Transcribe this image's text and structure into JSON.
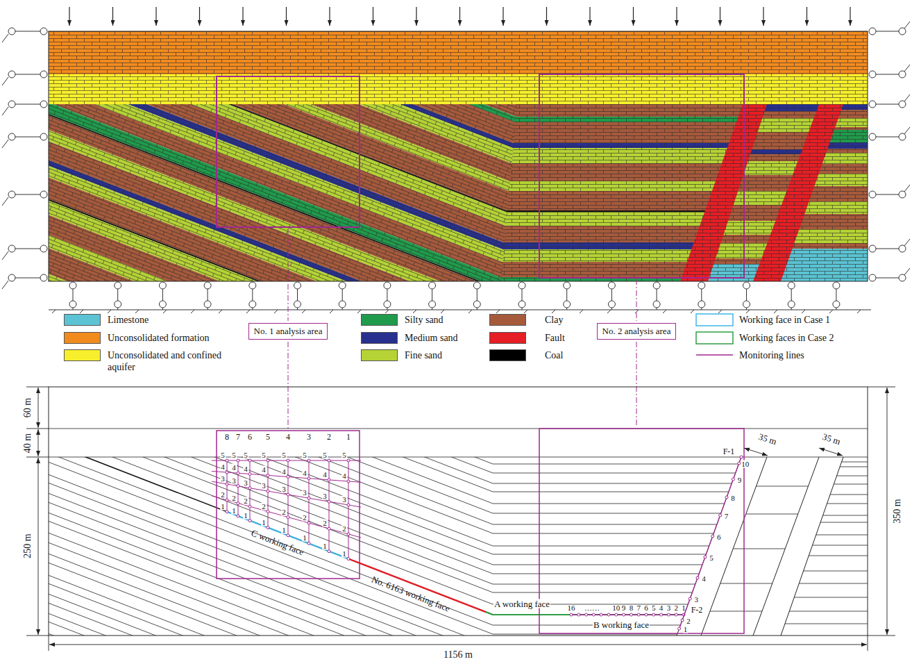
{
  "diagram": {
    "nodes": [
      {
        "text": [
          "No. 1 analysis area"
        ]
      },
      {
        "text": [
          "No. 2 analysis area"
        ]
      }
    ],
    "labels": [
      "60 m",
      "40 m",
      "250 m",
      "350 m",
      "1156 m",
      "35 m",
      "35 m",
      "C working face",
      "No. 6163 working face",
      "A working face",
      "B working face",
      "F-1",
      "F-2",
      "8",
      "7",
      "6",
      "5",
      "4",
      "3",
      "2",
      "1",
      "5",
      "4",
      "3",
      "2",
      "1",
      "5",
      "4",
      "3",
      "2",
      "1",
      "5",
      "4",
      "3",
      "2",
      "1",
      "5",
      "4",
      "3",
      "2",
      "1",
      "5",
      "4",
      "3",
      "2",
      "1",
      "5",
      "4",
      "3",
      "2",
      "1",
      "5",
      "4",
      "3",
      "2",
      "1",
      "5",
      "4",
      "3",
      "2",
      "1",
      "16",
      "……",
      "10",
      "9",
      "8",
      "7",
      "6",
      "5",
      "4",
      "3",
      "2",
      "1",
      "1",
      "2",
      "3",
      "4",
      "5",
      "6",
      "7",
      "8",
      "9",
      "10"
    ],
    "legend": [
      {
        "text": "Limestone",
        "color": "#5bc3d3"
      },
      {
        "text": "Unconsolidated formation",
        "color": "#f28b1e"
      },
      {
        "text": "Unconsolidated and confined aquifer",
        "color": "#f7ef2b"
      },
      {
        "text": "Silty sand",
        "color": "#1f9b4b"
      },
      {
        "text": "Medium sand",
        "color": "#27308f"
      },
      {
        "text": "Fine sand",
        "color": "#b5d335"
      },
      {
        "text": "Clay",
        "color": "#a65a3c"
      },
      {
        "text": "Fault",
        "color": "#e61e25"
      },
      {
        "text": "Coal",
        "color": "#000000"
      },
      {
        "text": "Working face in Case 1"
      },
      {
        "text": "Working faces in Case 2"
      },
      {
        "text": "Monitoring lines"
      }
    ]
  }
}
